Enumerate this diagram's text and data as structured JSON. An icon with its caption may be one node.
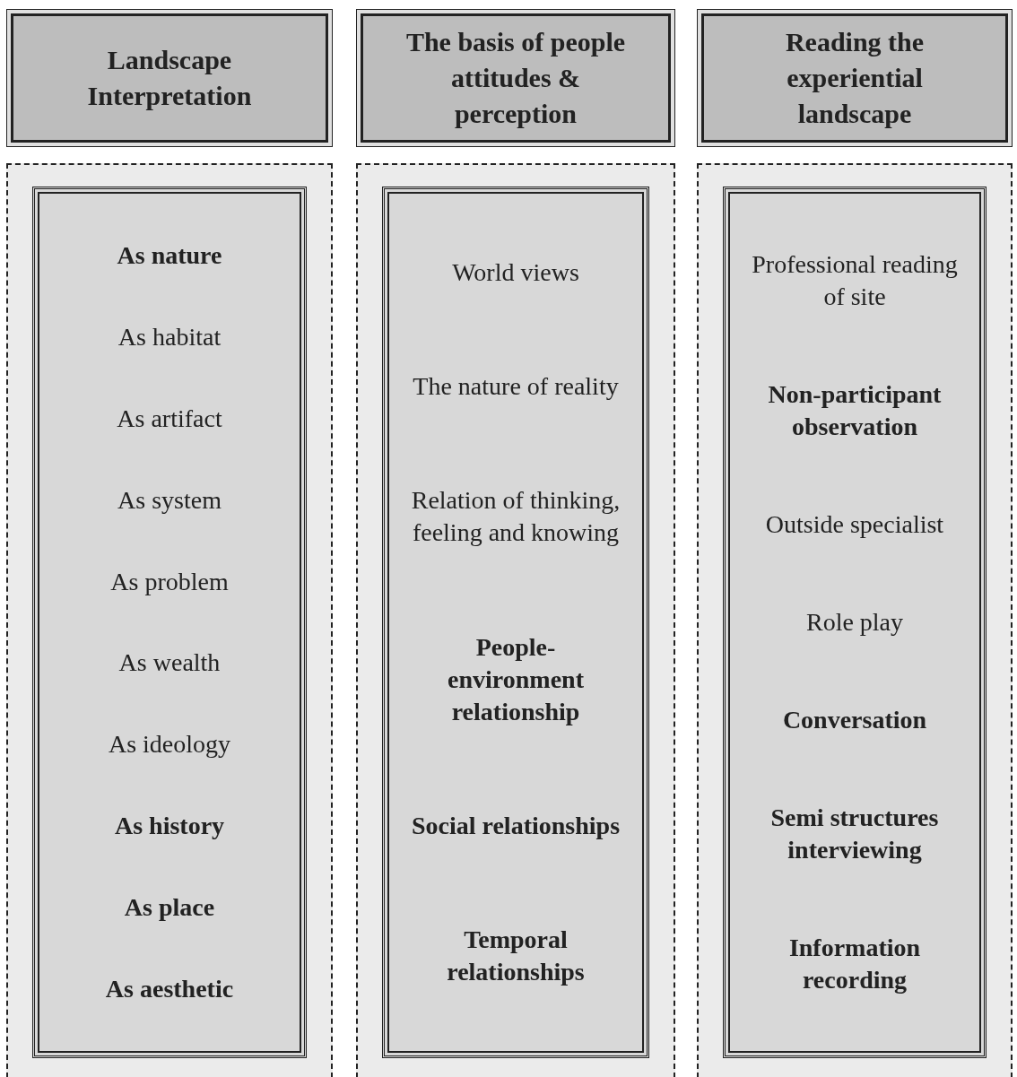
{
  "diagram": {
    "nodes": [
      {
        "text": [
          "Landscape Interpretation"
        ]
      },
      {
        "text": [
          "The basis of people attitudes & perception"
        ]
      },
      {
        "text": [
          "Reading the experiential landscape"
        ]
      },
      {
        "text": [],
        "shape": "box"
      },
      {
        "text": [
          "**As nature**",
          "As habitat",
          "As artifact",
          "As system",
          "As problem",
          "As wealth",
          "As ideology",
          "**As history**",
          "**As place**",
          "**As aesthetic**"
        ],
        "in": 3
      },
      {
        "text": [],
        "shape": "box"
      },
      {
        "text": [
          "World views",
          "The nature of reality",
          "Relation of thinking, feeling and knowing",
          "**People-environment relationship**",
          "**Social relationships**",
          "**Temporal relationships**"
        ],
        "in": 5
      },
      {
        "text": [],
        "shape": "box"
      },
      {
        "text": [
          "Professional reading of site",
          "**Non-participant observation**",
          "Outside specialist",
          "Role play",
          "**Conversation**",
          "**Semi structures interviewing**",
          "**Information recording**"
        ],
        "in": 7
      }
    ],
    "edges": []
  }
}
